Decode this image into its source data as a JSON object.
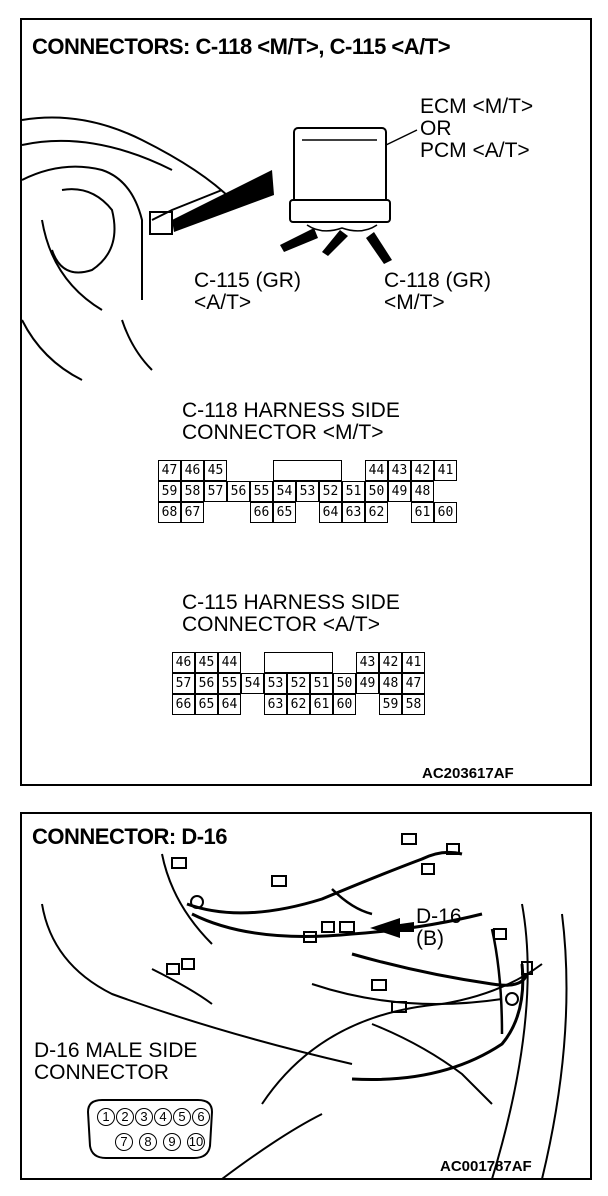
{
  "panel1": {
    "title": "CONNECTORS: C-118 <M/T>, C-115 <A/T>",
    "ecm_label": "ECM <M/T>\nOR\nPCM <A/T>",
    "c115_callout": "C-115 (GR)\n<A/T>",
    "c118_callout": "C-118 (GR)\n<M/T>",
    "c118_heading": "C-118 HARNESS SIDE\nCONNECTOR <M/T>",
    "c118_rows": [
      [
        "47",
        "46",
        "45",
        "",
        "",
        "",
        "",
        "",
        "",
        "44",
        "43",
        "42",
        "41"
      ],
      [
        "59",
        "58",
        "57",
        "56",
        "55",
        "54",
        "53",
        "52",
        "51",
        "50",
        "49",
        "48"
      ],
      [
        "68",
        "67",
        "66",
        "65",
        "64",
        "63",
        "62",
        "61",
        "60"
      ]
    ],
    "c115_heading": "C-115 HARNESS SIDE\nCONNECTOR <A/T>",
    "c115_rows": [
      [
        "46",
        "45",
        "44",
        "43",
        "42",
        "41"
      ],
      [
        "57",
        "56",
        "55",
        "54",
        "53",
        "52",
        "51",
        "50",
        "49",
        "48",
        "47"
      ],
      [
        "66",
        "65",
        "64",
        "63",
        "62",
        "61",
        "60",
        "59",
        "58"
      ]
    ],
    "code": "AC203617AF"
  },
  "panel2": {
    "title": "CONNECTOR: D-16",
    "d16_callout": "D-16\n(B)",
    "male_label": "D-16 MALE SIDE\nCONNECTOR",
    "d16_top": [
      "1",
      "2",
      "3",
      "4",
      "5",
      "6"
    ],
    "d16_bottom": [
      "7",
      "8",
      "9",
      "10"
    ],
    "code": "AC001787AF"
  }
}
